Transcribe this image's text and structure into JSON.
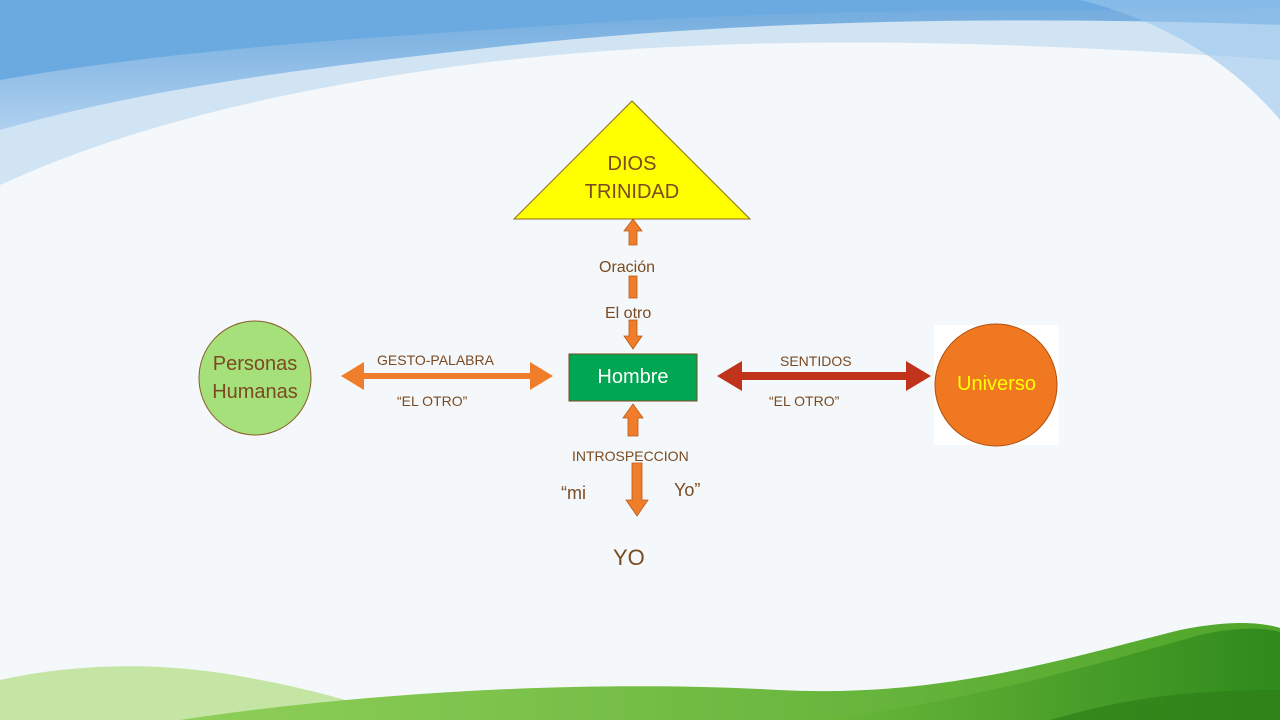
{
  "diagram": {
    "top_node": {
      "line1": "DIOS",
      "line2": "TRINIDAD",
      "color": "#ffff00"
    },
    "center_node": {
      "label": "Hombre",
      "color": "#00a651"
    },
    "left_node": {
      "line1": "Personas",
      "line2": "Humanas",
      "color": "#a6e07a"
    },
    "right_node": {
      "label": "Universo",
      "color": "#f07820"
    },
    "bottom_node": {
      "label": "YO"
    },
    "labels": {
      "oracion": "Oración",
      "el_otro_top": "El otro",
      "gesto_palabra": "GESTO-PALABRA",
      "el_otro_left": "“EL OTRO”",
      "sentidos": "SENTIDOS",
      "el_otro_right": "“EL OTRO”",
      "introspeccion": "INTROSPECCION",
      "mi": "“mi",
      "yo_quote": "Yo”"
    },
    "arrow_colors": {
      "orange": "#f07d2a",
      "red": "#c0341c"
    }
  }
}
